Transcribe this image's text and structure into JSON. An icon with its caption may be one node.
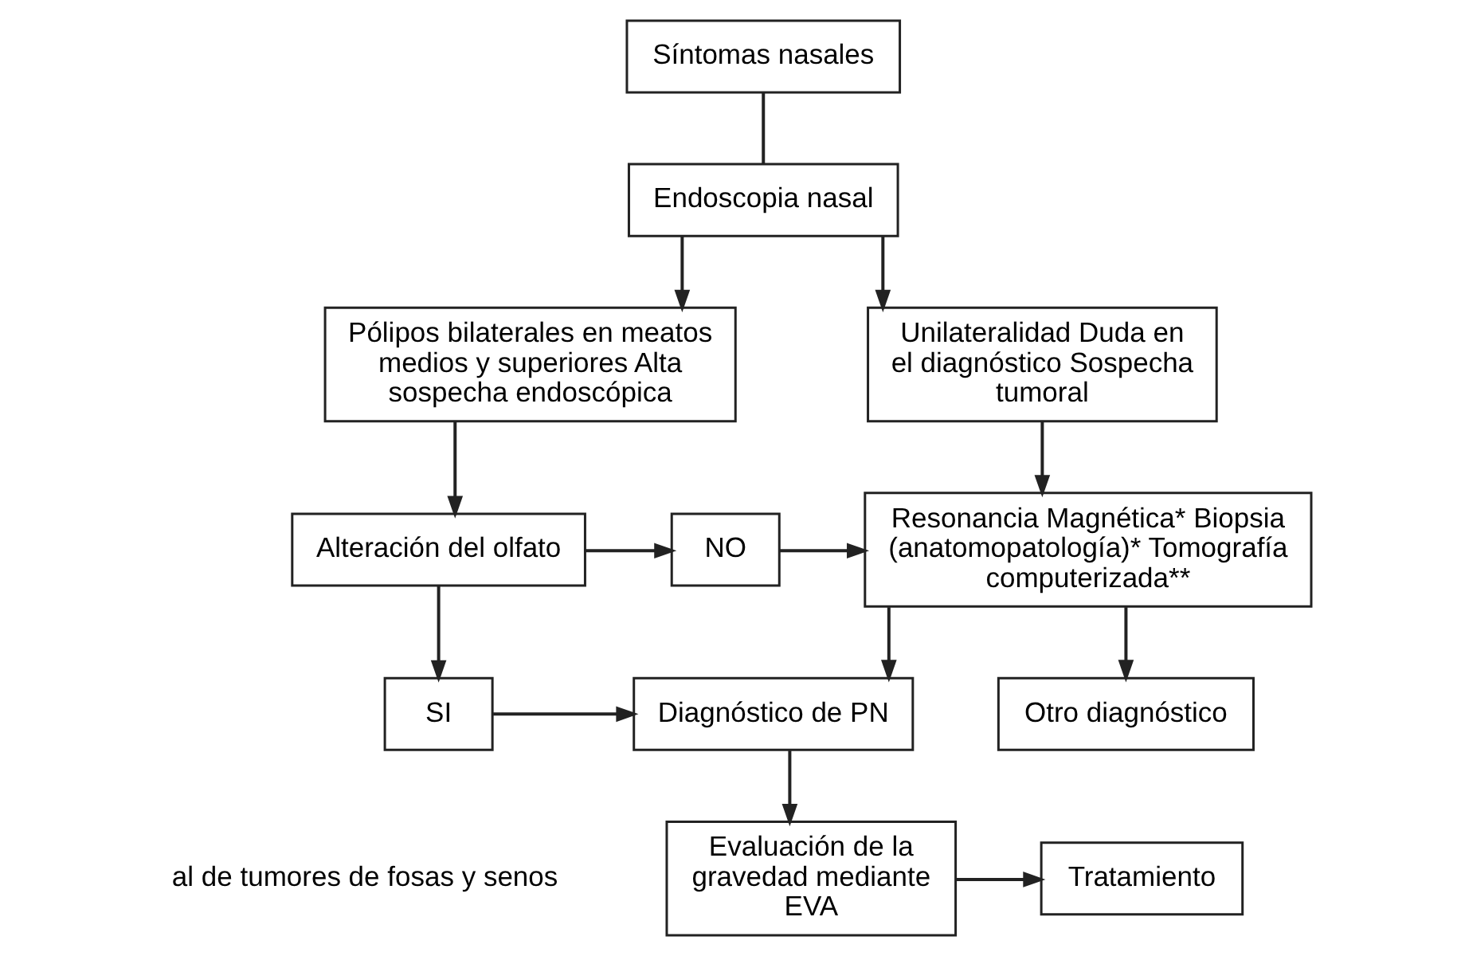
{
  "diagram": {
    "nodes": [
      {
        "text": [
          "Síntomas nasales"
        ]
      },
      {
        "text": [
          "Endoscopia nasal"
        ]
      },
      {
        "text": [
          "Pólipos bilaterales en meatos medios y superiores Alta sospecha endoscópica"
        ]
      },
      {
        "text": [
          "Unilateralidad Duda en el diagnóstico Sospecha tumoral"
        ]
      },
      {
        "text": [
          "Alteración del olfato"
        ]
      },
      {
        "text": [
          "NO"
        ]
      },
      {
        "text": [
          "Resonancia Magnética* Biopsia (anatomopatología)* Tomografía computerizada**"
        ]
      },
      {
        "text": [
          "SI"
        ]
      },
      {
        "text": [
          "Diagnóstico de PN"
        ]
      },
      {
        "text": [
          "Otro diagnóstico"
        ]
      },
      {
        "text": [
          "Evaluación de la gravedad mediante EVA"
        ]
      },
      {
        "text": [
          "Tratamiento"
        ]
      }
    ],
    "edges": [
      {
        "from": 0,
        "to": 1,
        "arrow": "none"
      },
      {
        "from": 1,
        "to": 2,
        "arrow": "to"
      },
      {
        "from": 1,
        "to": 3,
        "arrow": "to"
      },
      {
        "from": 2,
        "to": 4,
        "arrow": "to"
      },
      {
        "from": 3,
        "to": 6,
        "arrow": "to"
      },
      {
        "from": 4,
        "to": 5,
        "arrow": "to"
      },
      {
        "from": 5,
        "to": 6,
        "arrow": "to"
      },
      {
        "from": 4,
        "to": 7,
        "arrow": "to"
      },
      {
        "from": 7,
        "to": 8,
        "arrow": "to"
      },
      {
        "from": 6,
        "to": 8,
        "arrow": "to"
      },
      {
        "from": 6,
        "to": 9,
        "arrow": "to"
      },
      {
        "from": 8,
        "to": 10,
        "arrow": "to"
      },
      {
        "from": 10,
        "to": 11,
        "arrow": "to"
      }
    ],
    "labels": [
      "al de tumores de fosas y senos"
    ]
  }
}
